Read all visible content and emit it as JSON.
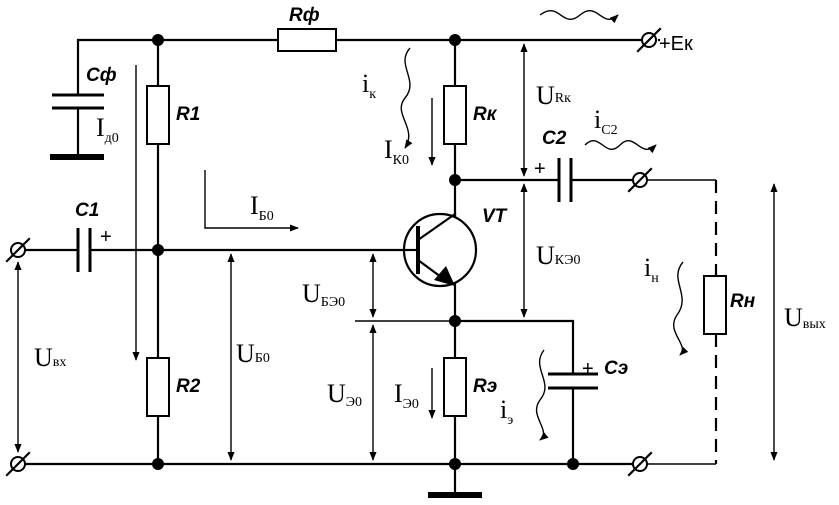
{
  "components": {
    "rf": "Rф",
    "cf": "Cф",
    "r1": "R1",
    "r2": "R2",
    "rk": "Rк",
    "re": "Rэ",
    "rn": "Rн",
    "c1": "C1",
    "c2": "C2",
    "ce": "Cэ",
    "vt": "VT"
  },
  "supply": {
    "label": "+Eк"
  },
  "symbols": {
    "plus_c1": "+",
    "plus_c2": "+",
    "plus_ce": "+"
  },
  "quantities": {
    "i_d0": {
      "main": "I",
      "sub": "д0"
    },
    "i_b0": {
      "main": "I",
      "sub": "Б0"
    },
    "i_k0": {
      "main": "I",
      "sub": "К0"
    },
    "i_e0": {
      "main": "I",
      "sub": "Э0"
    },
    "i_k": {
      "main": "i",
      "sub": "к"
    },
    "i_c2": {
      "main": "i",
      "sub": "C2"
    },
    "i_n": {
      "main": "i",
      "sub": "н"
    },
    "i_e": {
      "main": "i",
      "sub": "э"
    },
    "u_rk": {
      "main": "U",
      "sub": "Rк"
    },
    "u_ke0": {
      "main": "U",
      "sub": "КЭ0"
    },
    "u_be0": {
      "main": "U",
      "sub": "БЭ0"
    },
    "u_b0": {
      "main": "U",
      "sub": "Б0"
    },
    "u_e0": {
      "main": "U",
      "sub": "Э0"
    },
    "u_in": {
      "main": "U",
      "sub": "вх"
    },
    "u_out": {
      "main": "U",
      "sub": "вых"
    }
  }
}
